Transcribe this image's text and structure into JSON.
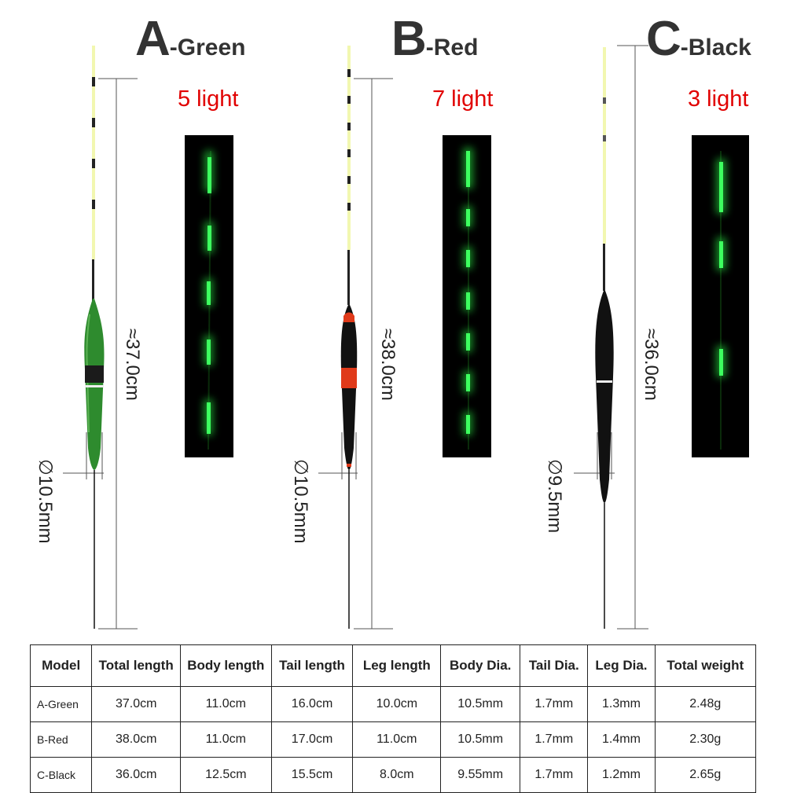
{
  "variants": [
    {
      "letter": "A",
      "suffix": "-Green",
      "lights_label": "5 light",
      "length_label": "≈37.0cm",
      "dia_label": "∅10.5mm"
    },
    {
      "letter": "B",
      "suffix": "-Red",
      "lights_label": "7 light",
      "length_label": "≈38.0cm",
      "dia_label": "∅10.5mm"
    },
    {
      "letter": "C",
      "suffix": "-Black",
      "lights_label": "3 light",
      "length_label": "≈36.0cm",
      "dia_label": "∅9.5mm"
    }
  ],
  "colors": {
    "green_body": "#2e8b2e",
    "red_band": "#e03a1a",
    "black_body": "#111111",
    "glow": "#39ff5a",
    "light_label": "#e10000"
  },
  "table": {
    "headers": [
      "Model",
      "Total length",
      "Body length",
      "Tail length",
      "Leg length",
      "Body Dia.",
      "Tail Dia.",
      "Leg Dia.",
      "Total weight"
    ],
    "rows": [
      [
        "A-Green",
        "37.0cm",
        "11.0cm",
        "16.0cm",
        "10.0cm",
        "10.5mm",
        "1.7mm",
        "1.3mm",
        "2.48g"
      ],
      [
        "B-Red",
        "38.0cm",
        "11.0cm",
        "17.0cm",
        "11.0cm",
        "10.5mm",
        "1.7mm",
        "1.4mm",
        "2.30g"
      ],
      [
        "C-Black",
        "36.0cm",
        "12.5cm",
        "15.5cm",
        "8.0cm",
        "9.55mm",
        "1.7mm",
        "1.2mm",
        "2.65g"
      ]
    ]
  }
}
